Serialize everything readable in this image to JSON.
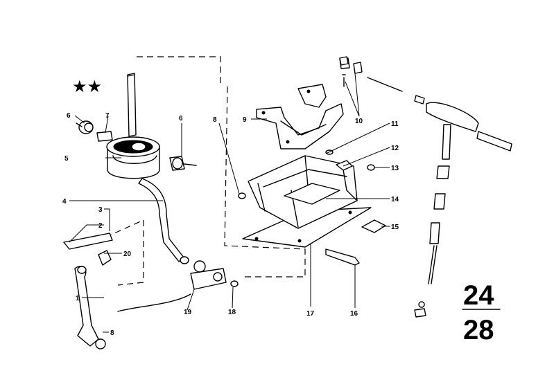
{
  "diagram": {
    "markers": {
      "stars": "★★"
    },
    "page_reference": {
      "top": "24",
      "bottom": "28"
    },
    "callouts": {
      "c1": "1",
      "c2": "2",
      "c3": "3",
      "c4": "4",
      "c5": "5",
      "c6a": "6",
      "c6b": "6",
      "c7": "7",
      "c8a": "8",
      "c8b": "8",
      "c9": "9",
      "c10": "10",
      "c11": "11",
      "c12": "12",
      "c13": "13",
      "c14": "14",
      "c15": "15",
      "c16": "16",
      "c17": "17",
      "c18": "18",
      "c19": "19",
      "c20": "20"
    }
  }
}
